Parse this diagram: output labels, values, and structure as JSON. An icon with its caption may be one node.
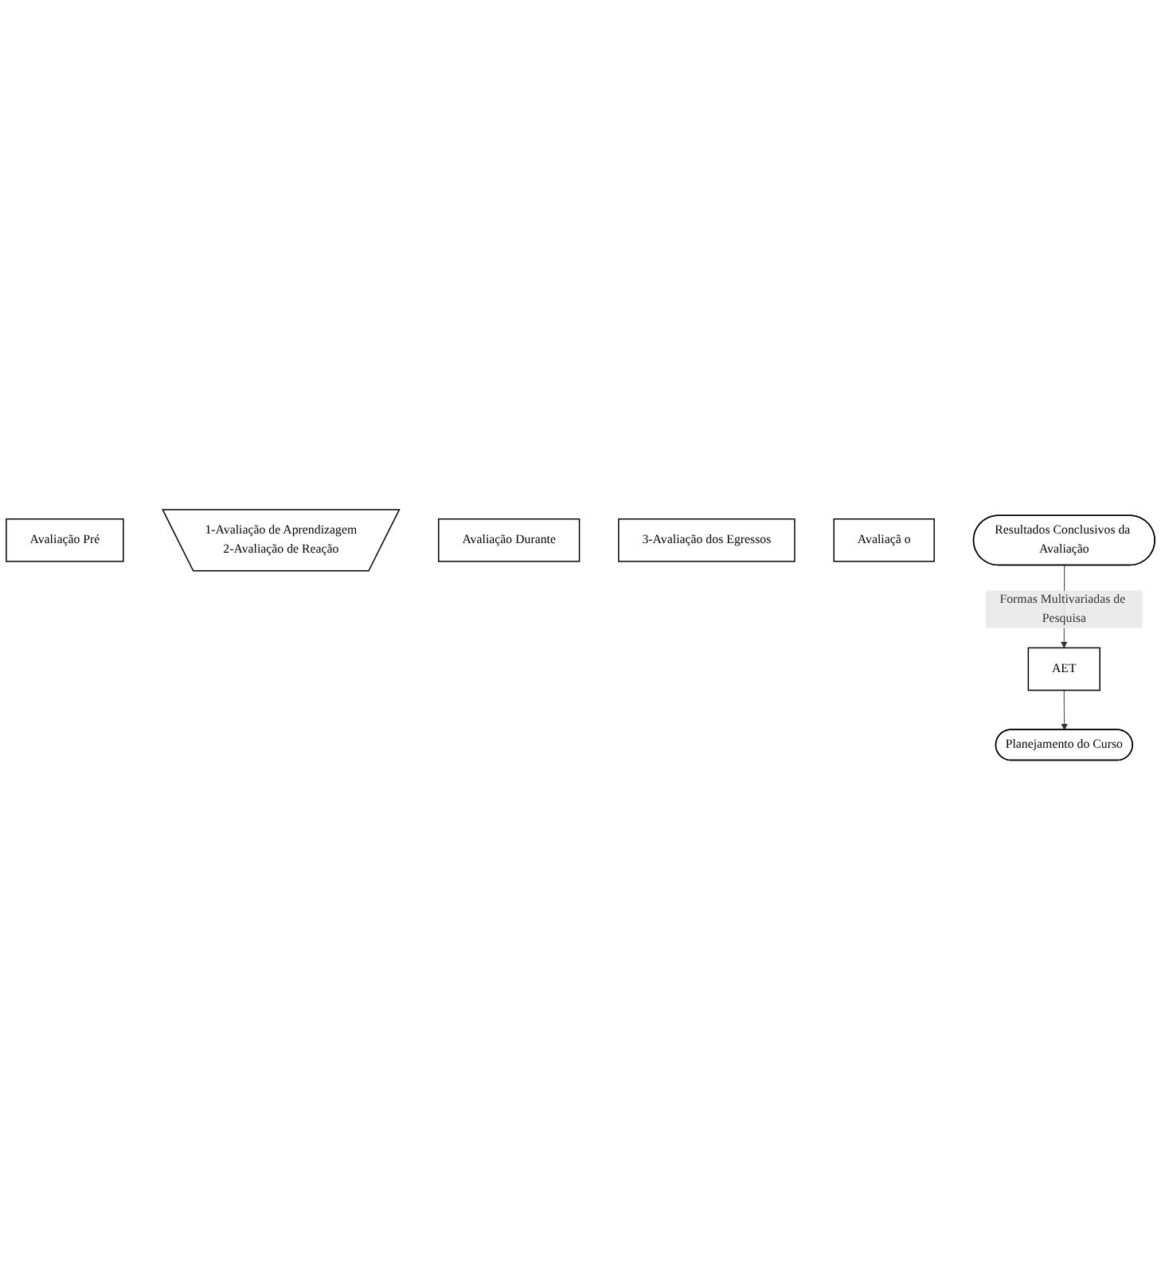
{
  "diagram": {
    "nodes": [
      {
        "text": [
          "AET"
        ]
      },
      {
        "text": [
          "Avaliação Pré"
        ]
      },
      {
        "text": [
          "Planejamento do Curso"
        ]
      },
      {
        "text": [
          "1-Avaliação de Aprendizagem",
          "2-Avaliação de Reação"
        ]
      },
      {
        "text": [
          "Avaliação Durante"
        ]
      },
      {
        "text": [
          "3-Avaliação dos Egressos"
        ]
      },
      {
        "text": [
          "Avaliaçã o"
        ]
      },
      {
        "text": [
          "Resultados Conclusivos da Avaliação"
        ]
      }
    ],
    "edges": [
      {
        "from": 0,
        "to": 2,
        "arrow": "to"
      },
      {
        "from": 7,
        "to": 0,
        "arrow": "to",
        "label": "Formas Multivariadas de Pesquisa"
      }
    ]
  }
}
